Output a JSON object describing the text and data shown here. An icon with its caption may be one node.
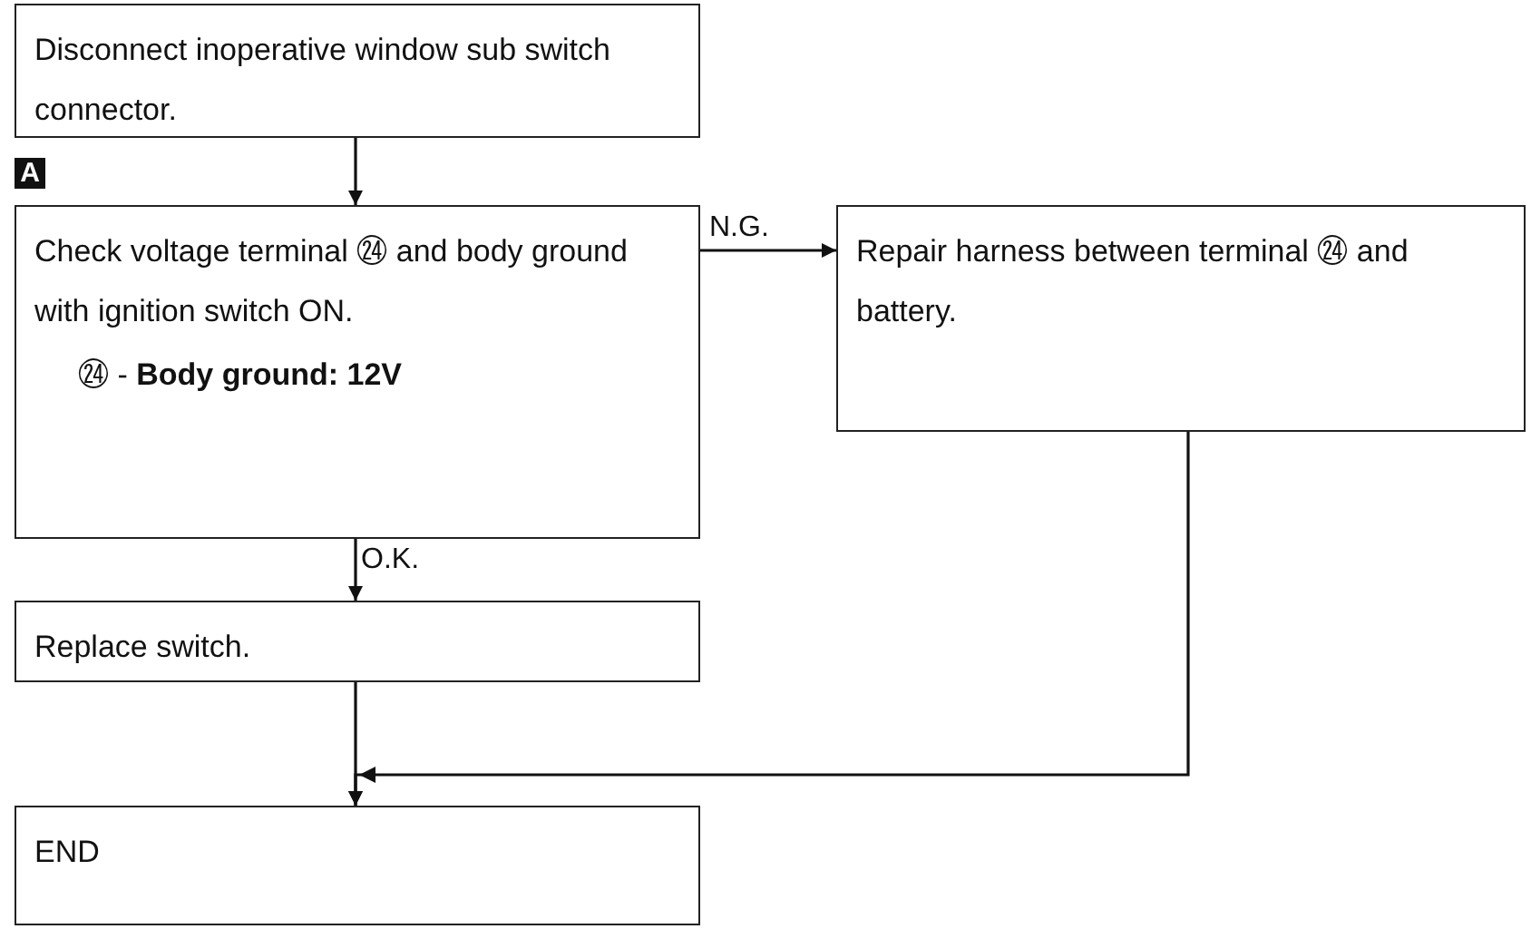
{
  "diagram": {
    "nodes": [
      {
        "text": [
          "Disconnect inoperative window sub switch connector."
        ]
      },
      {
        "text": [
          "Check voltage terminal ㉔ and body ground with ignition switch ON.",
          "㉔ - **Body ground: 12V**"
        ]
      },
      {
        "text": [
          "Repair harness between terminal ㉔ and battery."
        ]
      },
      {
        "text": [
          "Replace switch."
        ]
      },
      {
        "text": [
          "END"
        ]
      }
    ],
    "edges": [
      {
        "from": 0,
        "to": 1,
        "arrow": "to"
      },
      {
        "from": 1,
        "to": 2,
        "arrow": "to",
        "label": "N.G."
      },
      {
        "from": 1,
        "to": 3,
        "arrow": "to",
        "label": "O.K."
      },
      {
        "from": 2,
        "to": 4,
        "arrow": "to"
      },
      {
        "from": 3,
        "to": 4,
        "arrow": "to"
      }
    ],
    "labels": [
      "A"
    ]
  }
}
